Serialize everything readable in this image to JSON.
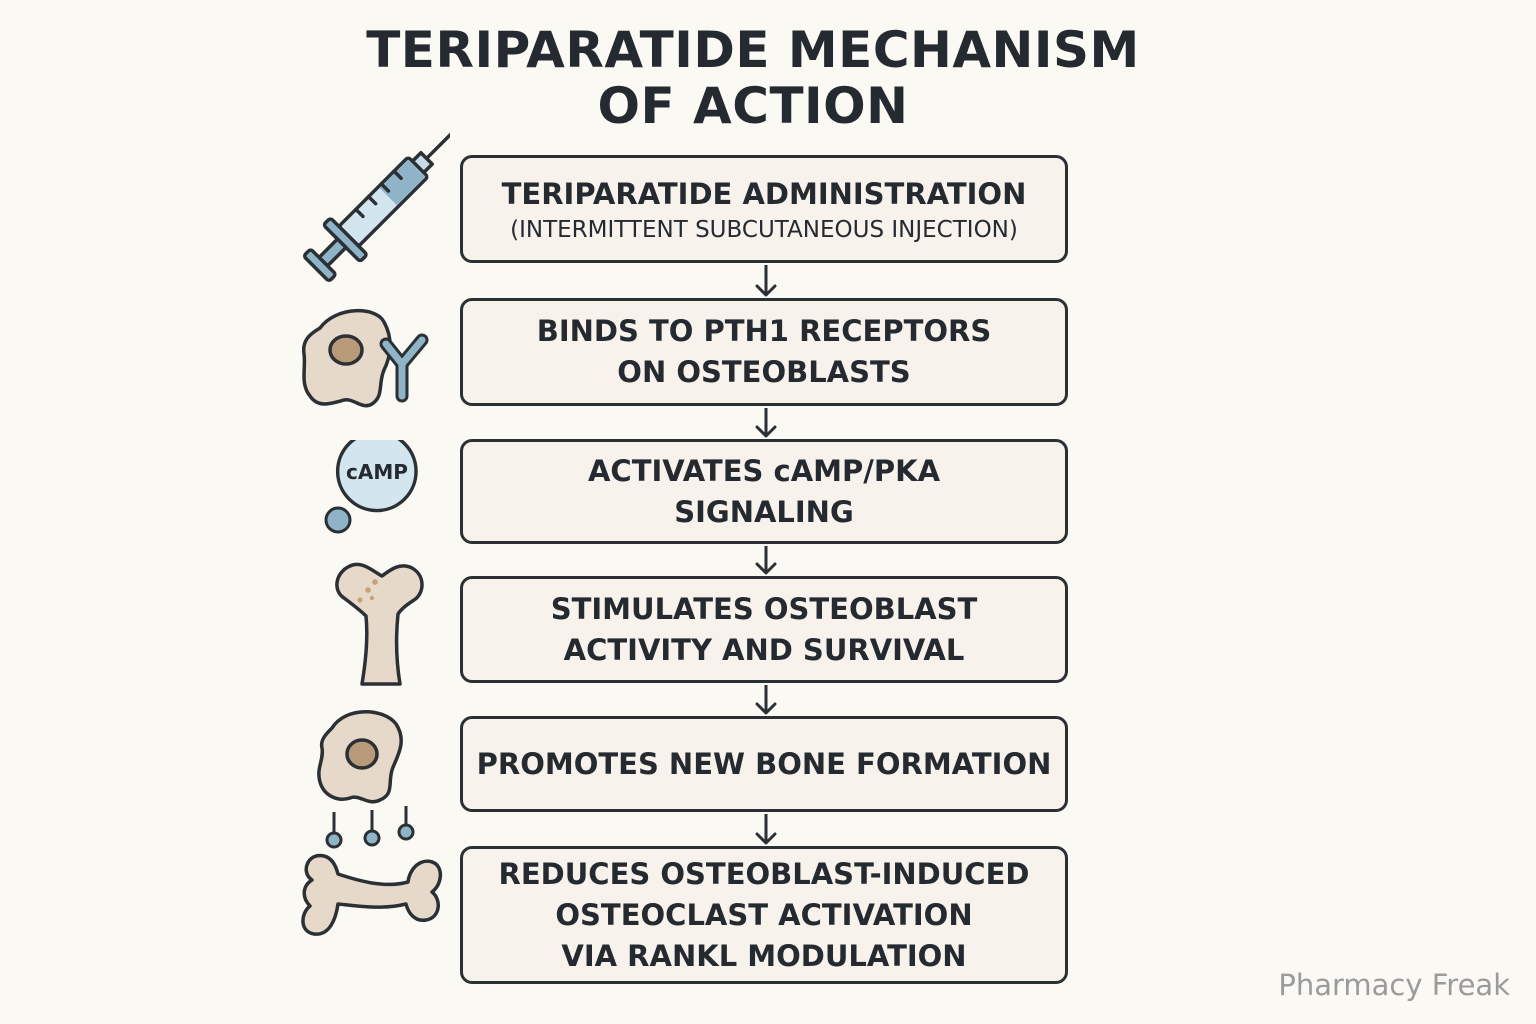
{
  "title": {
    "line1": "TERIPARATIDE MECHANISM",
    "line2": "OF ACTION"
  },
  "steps": [
    {
      "lines": [
        "TERIPARATIDE ADMINISTRATION"
      ],
      "sub": "(INTERMITTENT SUBCUTANEOUS INJECTION)"
    },
    {
      "lines": [
        "BINDS TO PTH1 RECEPTORS",
        "ON OSTEOBLASTS"
      ]
    },
    {
      "lines": [
        "ACTIVATES cAMP/PKA",
        "SIGNALING"
      ]
    },
    {
      "lines": [
        "STIMULATES OSTEOBLAST",
        "ACTIVITY AND SURVIVAL"
      ]
    },
    {
      "lines": [
        "PROMOTES NEW BONE FORMATION"
      ]
    },
    {
      "lines": [
        "REDUCES OSTEOBLAST-INDUCED",
        "OSTEOCLAST ACTIVATION",
        "VIA RANKL MODULATION"
      ]
    }
  ],
  "icons": {
    "camp_label": "cAMP",
    "names": [
      "syringe-icon",
      "osteoblast-receptor-icon",
      "camp-molecule-icon",
      "bone-icon",
      "cell-icon",
      "bone-horizontal-icon"
    ]
  },
  "colors": {
    "outline": "#2b3035",
    "box_fill": "#f7f2ec",
    "cell_fill": "#e6d9c9",
    "nucleus": "#b89a78",
    "blue": "#8fb4c8",
    "light_blue": "#d3e5ee",
    "watermark": "#9b9b9b"
  },
  "watermark": "Pharmacy Freak"
}
